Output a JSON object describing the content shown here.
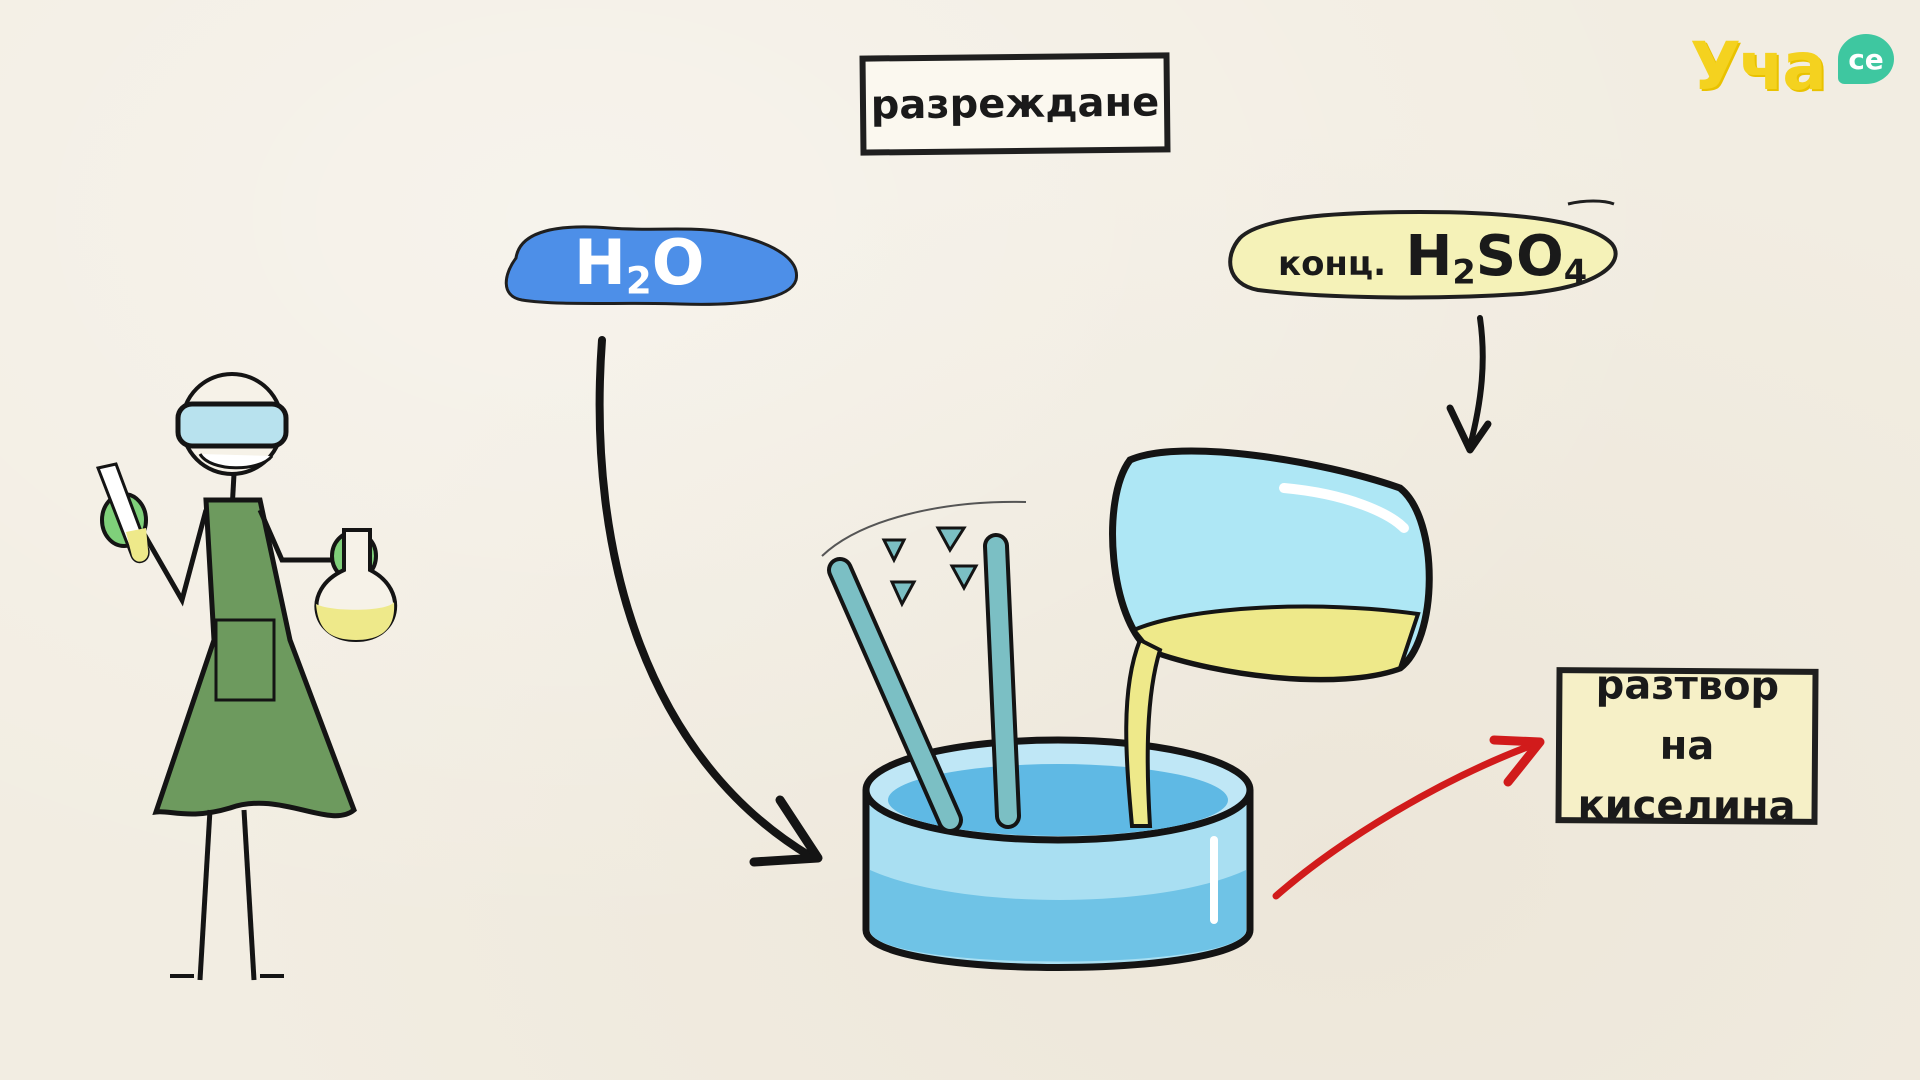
{
  "title": "разреждане",
  "water_tag": {
    "symbol": "H",
    "sub": "2",
    "rest": "O"
  },
  "acid_tag": {
    "prefix": "конц.",
    "f1": "H",
    "sub1": "2",
    "f2": "SO",
    "sub2": "4"
  },
  "result": {
    "line1": "разтвор на",
    "line2": "киселина"
  },
  "logo": {
    "word": "Уча",
    "badge": "се"
  },
  "colors": {
    "water_tag": "#4d8fe8",
    "acid_tag": "#f5f2b8",
    "arrow_dark": "#141414",
    "arrow_red": "#d11b1b",
    "water": "#8fd3ee",
    "acid_liquid": "#eee98a",
    "apron": "#6d9a5e",
    "gloves": "#7fd07a"
  }
}
